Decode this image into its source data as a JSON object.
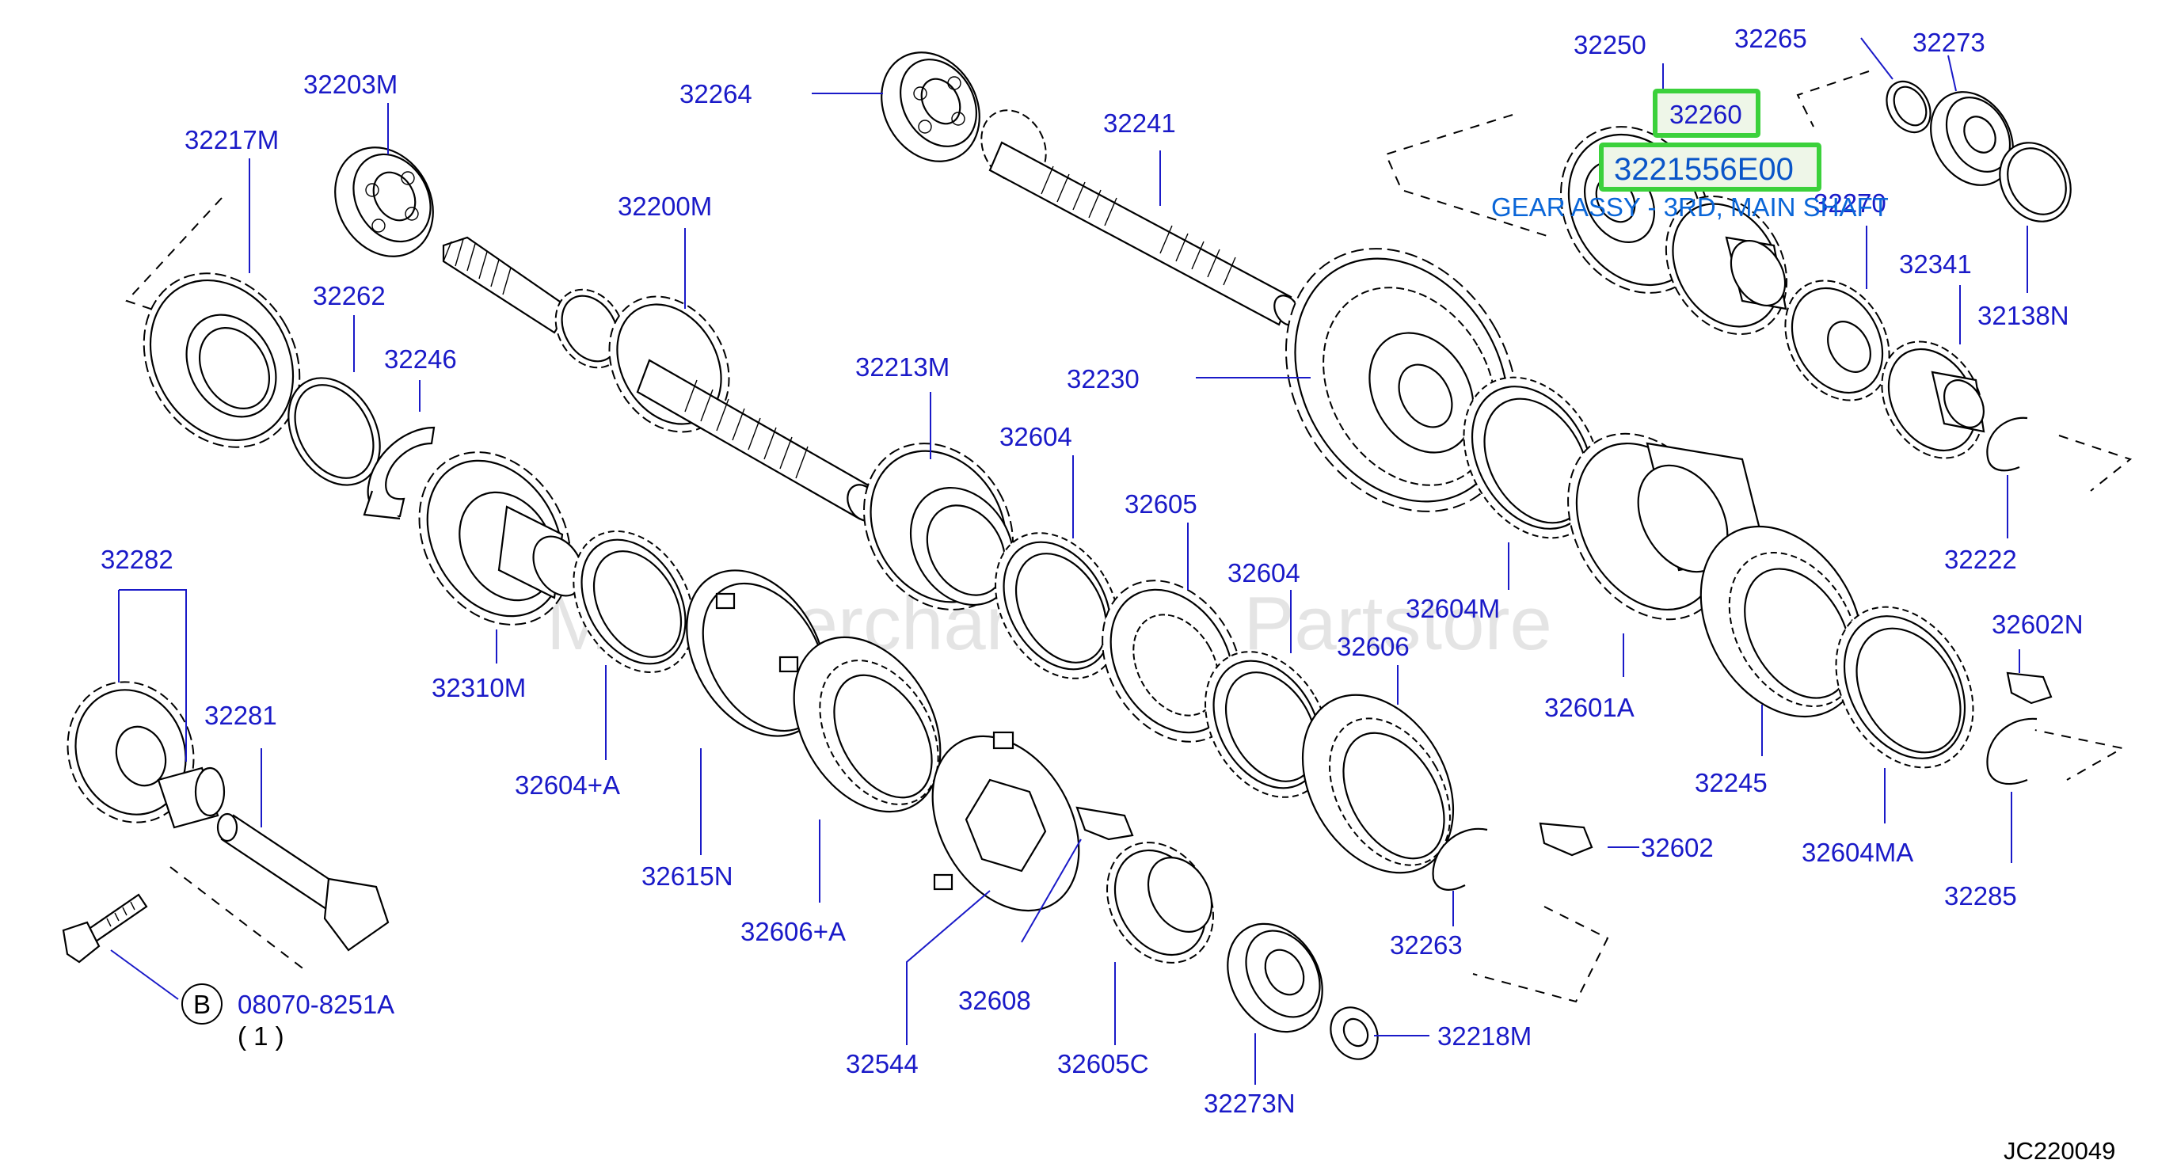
{
  "watermark": "Multi-Merchant Auto Partstore",
  "diagram_code": "JC220049",
  "highlight": {
    "part_label": "32260",
    "part_number": "3221556E00",
    "description": "GEAR ASSY - 3RD, MAIN SHAFT"
  },
  "bolt_ref": {
    "circle_letter": "B",
    "part_number": "08070-8251A",
    "quantity": "( 1 )"
  },
  "labels": {
    "l32203M": "32203M",
    "l32217M": "32217M",
    "l32264": "32264",
    "l32241": "32241",
    "l32200M": "32200M",
    "l32250": "32250",
    "l32265": "32265",
    "l32273": "32273",
    "l32270": "32270",
    "l32341": "32341",
    "l32138N": "32138N",
    "l32262": "32262",
    "l32246": "32246",
    "l32213M": "32213M",
    "l32230": "32230",
    "l32604_a": "32604",
    "l32605": "32605",
    "l32604_b": "32604",
    "l32222": "32222",
    "l32310M": "32310M",
    "l32604M": "32604M",
    "l32606": "32606",
    "l32282": "32282",
    "l32602N": "32602N",
    "l32601A": "32601A",
    "l32281": "32281",
    "l32604A": "32604+A",
    "l32245": "32245",
    "l32615N": "32615N",
    "l32602": "32602",
    "l32604MA": "32604MA",
    "l32606A": "32606+A",
    "l32285": "32285",
    "l32263": "32263",
    "l32608": "32608",
    "l32544": "32544",
    "l32605C": "32605C",
    "l32218M": "32218M",
    "l32273N": "32273N"
  }
}
